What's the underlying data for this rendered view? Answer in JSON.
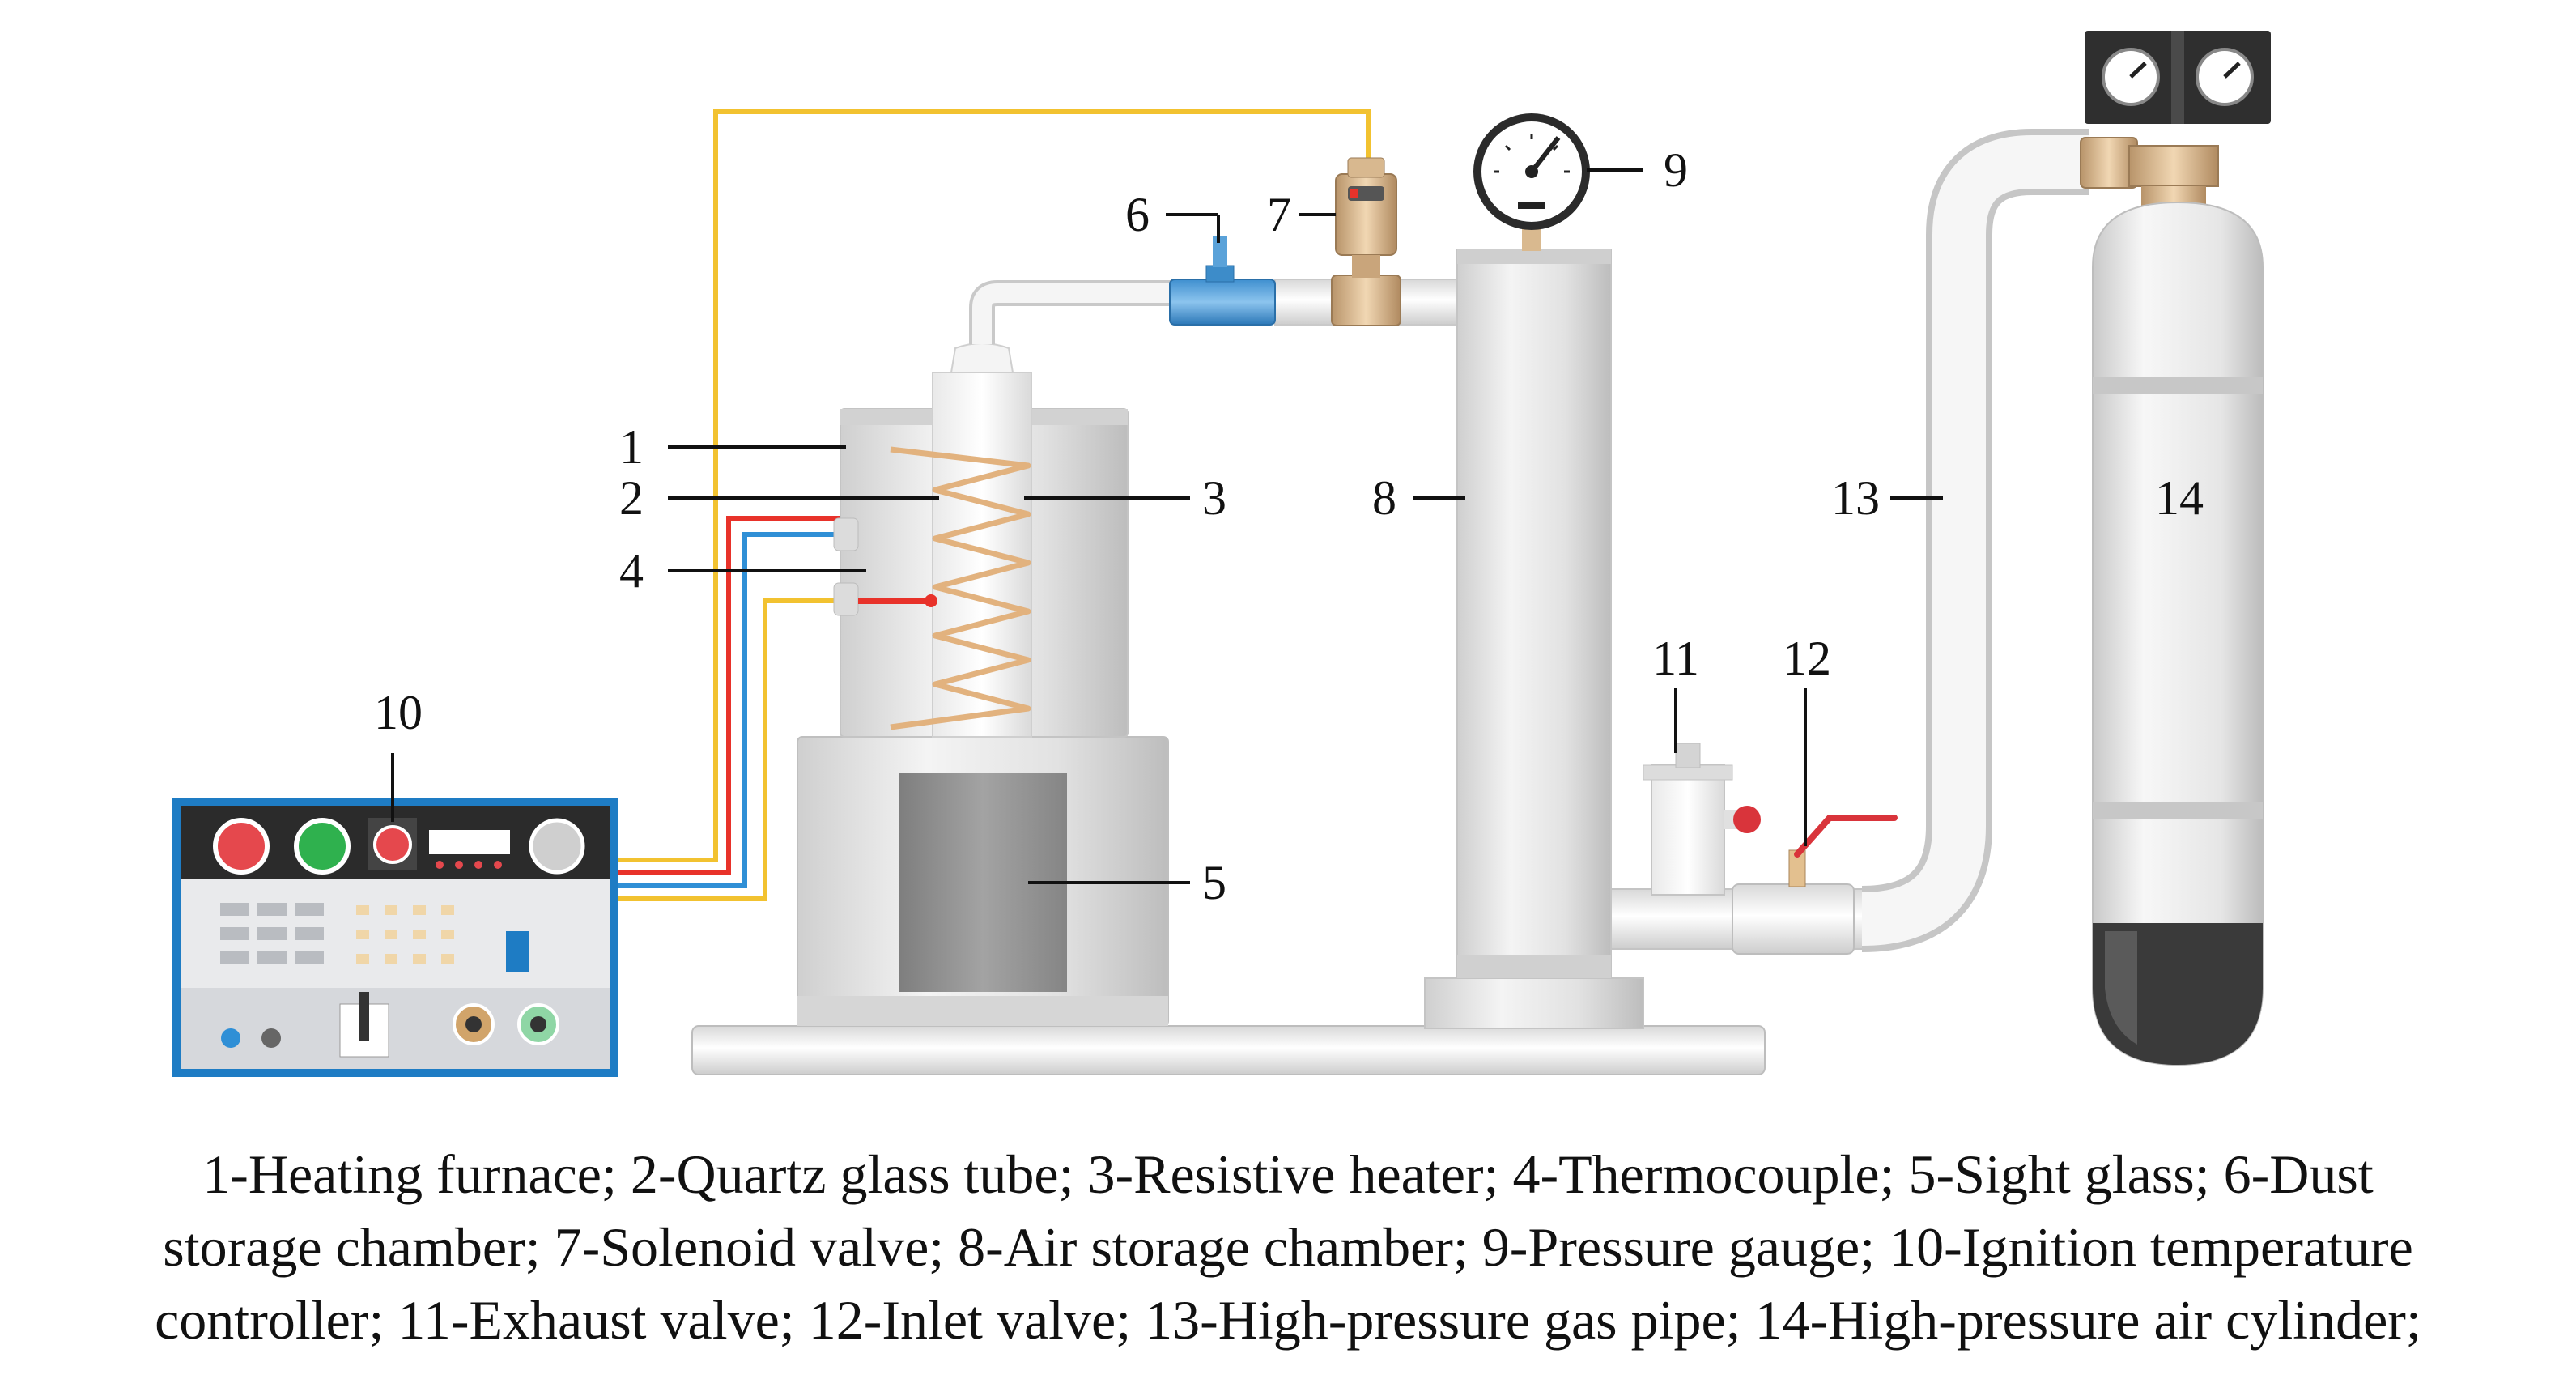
{
  "labels": {
    "l1": "1",
    "l2": "2",
    "l3": "3",
    "l4": "4",
    "l5": "5",
    "l6": "6",
    "l7": "7",
    "l8": "8",
    "l9": "9",
    "l10": "10",
    "l11": "11",
    "l12": "12",
    "l13": "13",
    "l14": "14"
  },
  "caption": {
    "line1": "1-Heating furnace; 2-Quartz glass tube; 3-Resistive heater; 4-Thermocouple; 5-Sight glass; 6-Dust",
    "line2": "storage chamber; 7-Solenoid valve; 8-Air storage chamber; 9-Pressure gauge; 10-Ignition temperature",
    "line3": "controller; 11-Exhaust valve; 12-Inlet valve; 13-High-pressure gas pipe; 14-High-pressure air cylinder;"
  },
  "colors": {
    "wire_yellow": "#f2c230",
    "wire_red": "#e8322a",
    "wire_blue": "#2f8fd6",
    "heater_coil": "#e2b27e",
    "controller_blue": "#1e7cc4",
    "button_red": "#e5484d",
    "button_green": "#2fb14e",
    "valve_handle": "#d9343b"
  }
}
